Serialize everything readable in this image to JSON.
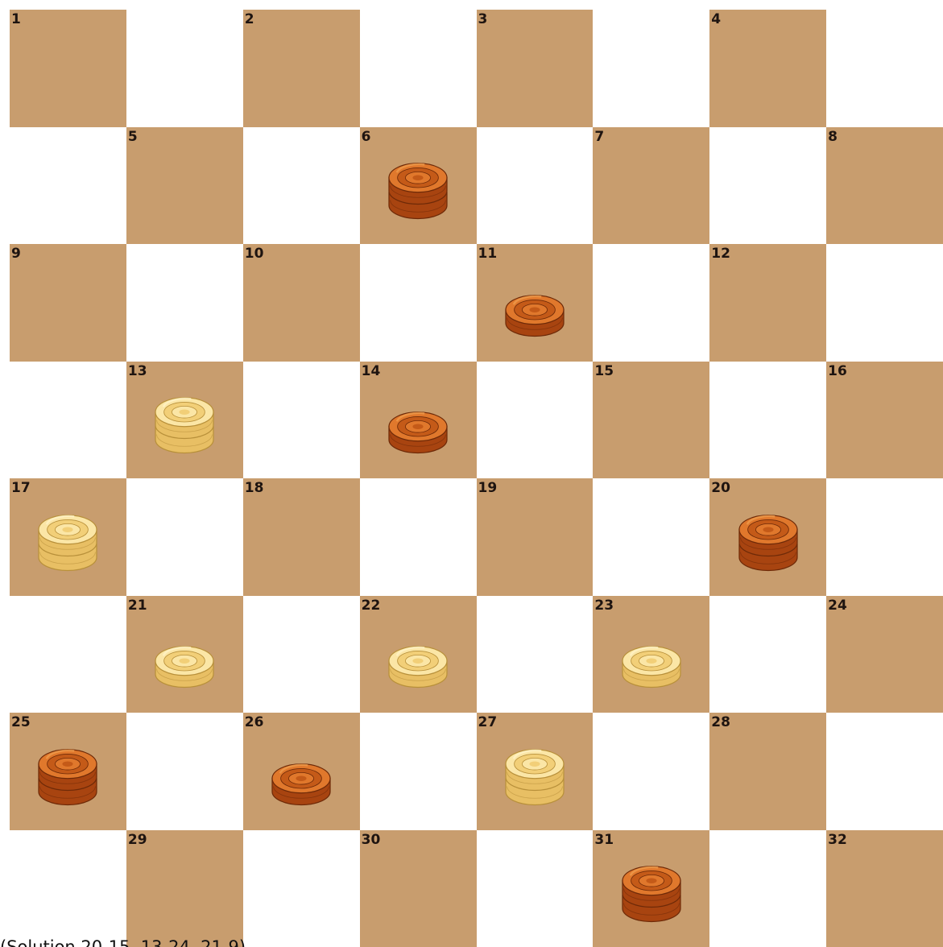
{
  "board": {
    "size": 8,
    "colors": {
      "dark_square": "#c89d6e",
      "light_square": "#ffffff",
      "label": "#1e1410"
    },
    "squares": [
      {
        "num": "1"
      },
      {
        "num": "2"
      },
      {
        "num": "3"
      },
      {
        "num": "4"
      },
      {
        "num": "5"
      },
      {
        "num": "6"
      },
      {
        "num": "7"
      },
      {
        "num": "8"
      },
      {
        "num": "9"
      },
      {
        "num": "10"
      },
      {
        "num": "11"
      },
      {
        "num": "12"
      },
      {
        "num": "13"
      },
      {
        "num": "14"
      },
      {
        "num": "15"
      },
      {
        "num": "16"
      },
      {
        "num": "17"
      },
      {
        "num": "18"
      },
      {
        "num": "19"
      },
      {
        "num": "20"
      },
      {
        "num": "21"
      },
      {
        "num": "22"
      },
      {
        "num": "23"
      },
      {
        "num": "24"
      },
      {
        "num": "25"
      },
      {
        "num": "26"
      },
      {
        "num": "27"
      },
      {
        "num": "28"
      },
      {
        "num": "29"
      },
      {
        "num": "30"
      },
      {
        "num": "31"
      },
      {
        "num": "32"
      }
    ],
    "pieces": [
      {
        "square": 6,
        "color": "dark",
        "kind": "king"
      },
      {
        "square": 11,
        "color": "dark",
        "kind": "man"
      },
      {
        "square": 14,
        "color": "dark",
        "kind": "man"
      },
      {
        "square": 20,
        "color": "dark",
        "kind": "king"
      },
      {
        "square": 25,
        "color": "dark",
        "kind": "king"
      },
      {
        "square": 26,
        "color": "dark",
        "kind": "man"
      },
      {
        "square": 31,
        "color": "dark",
        "kind": "king"
      },
      {
        "square": 13,
        "color": "light",
        "kind": "king"
      },
      {
        "square": 17,
        "color": "light",
        "kind": "king"
      },
      {
        "square": 21,
        "color": "light",
        "kind": "man"
      },
      {
        "square": 22,
        "color": "light",
        "kind": "man"
      },
      {
        "square": 23,
        "color": "light",
        "kind": "man"
      },
      {
        "square": 27,
        "color": "light",
        "kind": "king"
      }
    ],
    "piece_palettes": {
      "dark": {
        "top": "#e0782c",
        "mid": "#c45a18",
        "side": "#a84410",
        "edge": "#6e2a08",
        "ring": "#f0a050"
      },
      "light": {
        "top": "#fbe6a6",
        "mid": "#f2cf78",
        "side": "#e8bf64",
        "edge": "#b8903a",
        "ring": "#fff3cc"
      }
    }
  },
  "caption": {
    "text": "(Solution 20-15, 13-24, 21-9)"
  }
}
